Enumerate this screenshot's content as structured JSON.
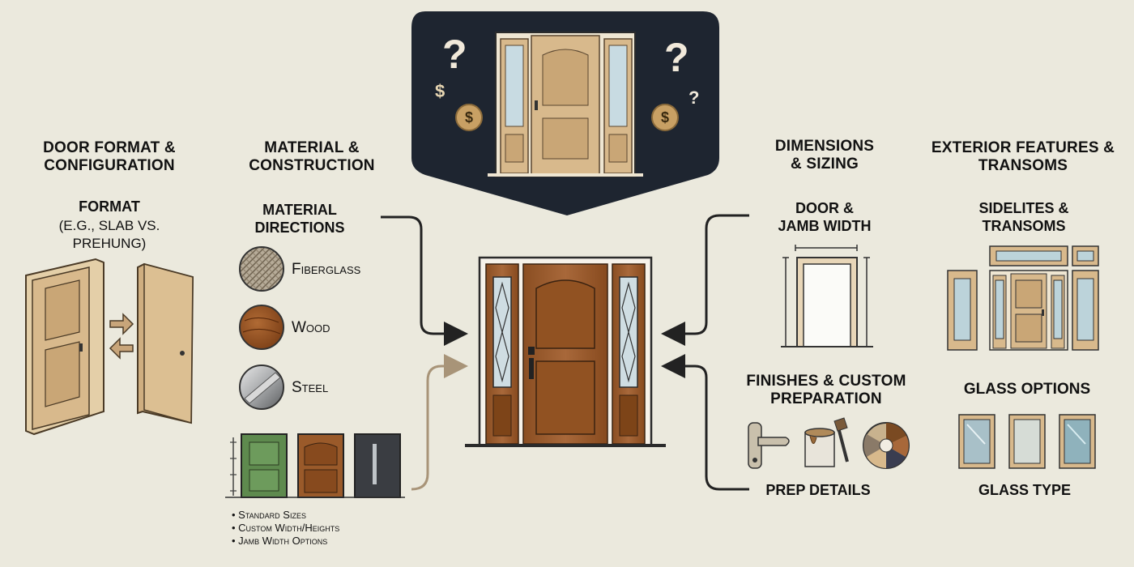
{
  "columns": {
    "format": {
      "title_line1": "DOOR FORMAT &",
      "title_line2": "CONFIGURATION",
      "sub": "FORMAT",
      "note_line1": "(E.G., SLAB VS.",
      "note_line2": "PREHUNG)"
    },
    "material": {
      "title_line1": "MATERIAL &",
      "title_line2": "CONSTRUCTION",
      "sub_line1": "MATERIAL",
      "sub_line2": "DIRECTIONS",
      "materials": [
        "Fiberglass",
        "Wood",
        "Steel"
      ],
      "size_notes": [
        "• Standard Sizes",
        "• Custom Width/Heights",
        "• Jamb Width Options"
      ]
    },
    "dimensions": {
      "title_line1": "DIMENSIONS",
      "title_line2": "& SIZING",
      "sub_line1": "DOOR &",
      "sub_line2": "JAMB WIDTH"
    },
    "finishes": {
      "title_line1": "FINISHES & CUSTOM",
      "title_line2": "PREPARATION",
      "label": "PREP DETAILS"
    },
    "exterior": {
      "title_line1": "EXTERIOR FEATURES &",
      "title_line2": "TRANSOMS",
      "sub_line1": "SIDELITES &",
      "sub_line2": "TRANSOMS"
    },
    "glass": {
      "title": "GLASS OPTIONS",
      "label": "GLASS TYPE"
    }
  },
  "icons": {
    "question": "?",
    "dollar": "$"
  },
  "colors": {
    "background": "#ebe9dd",
    "banner": "#1e2530",
    "door_tan": "#d8b98c",
    "wood": "#9a5a2a",
    "green_door": "#5e8a4e",
    "gold": "#c8a064",
    "glass": "#a8c0c8"
  }
}
